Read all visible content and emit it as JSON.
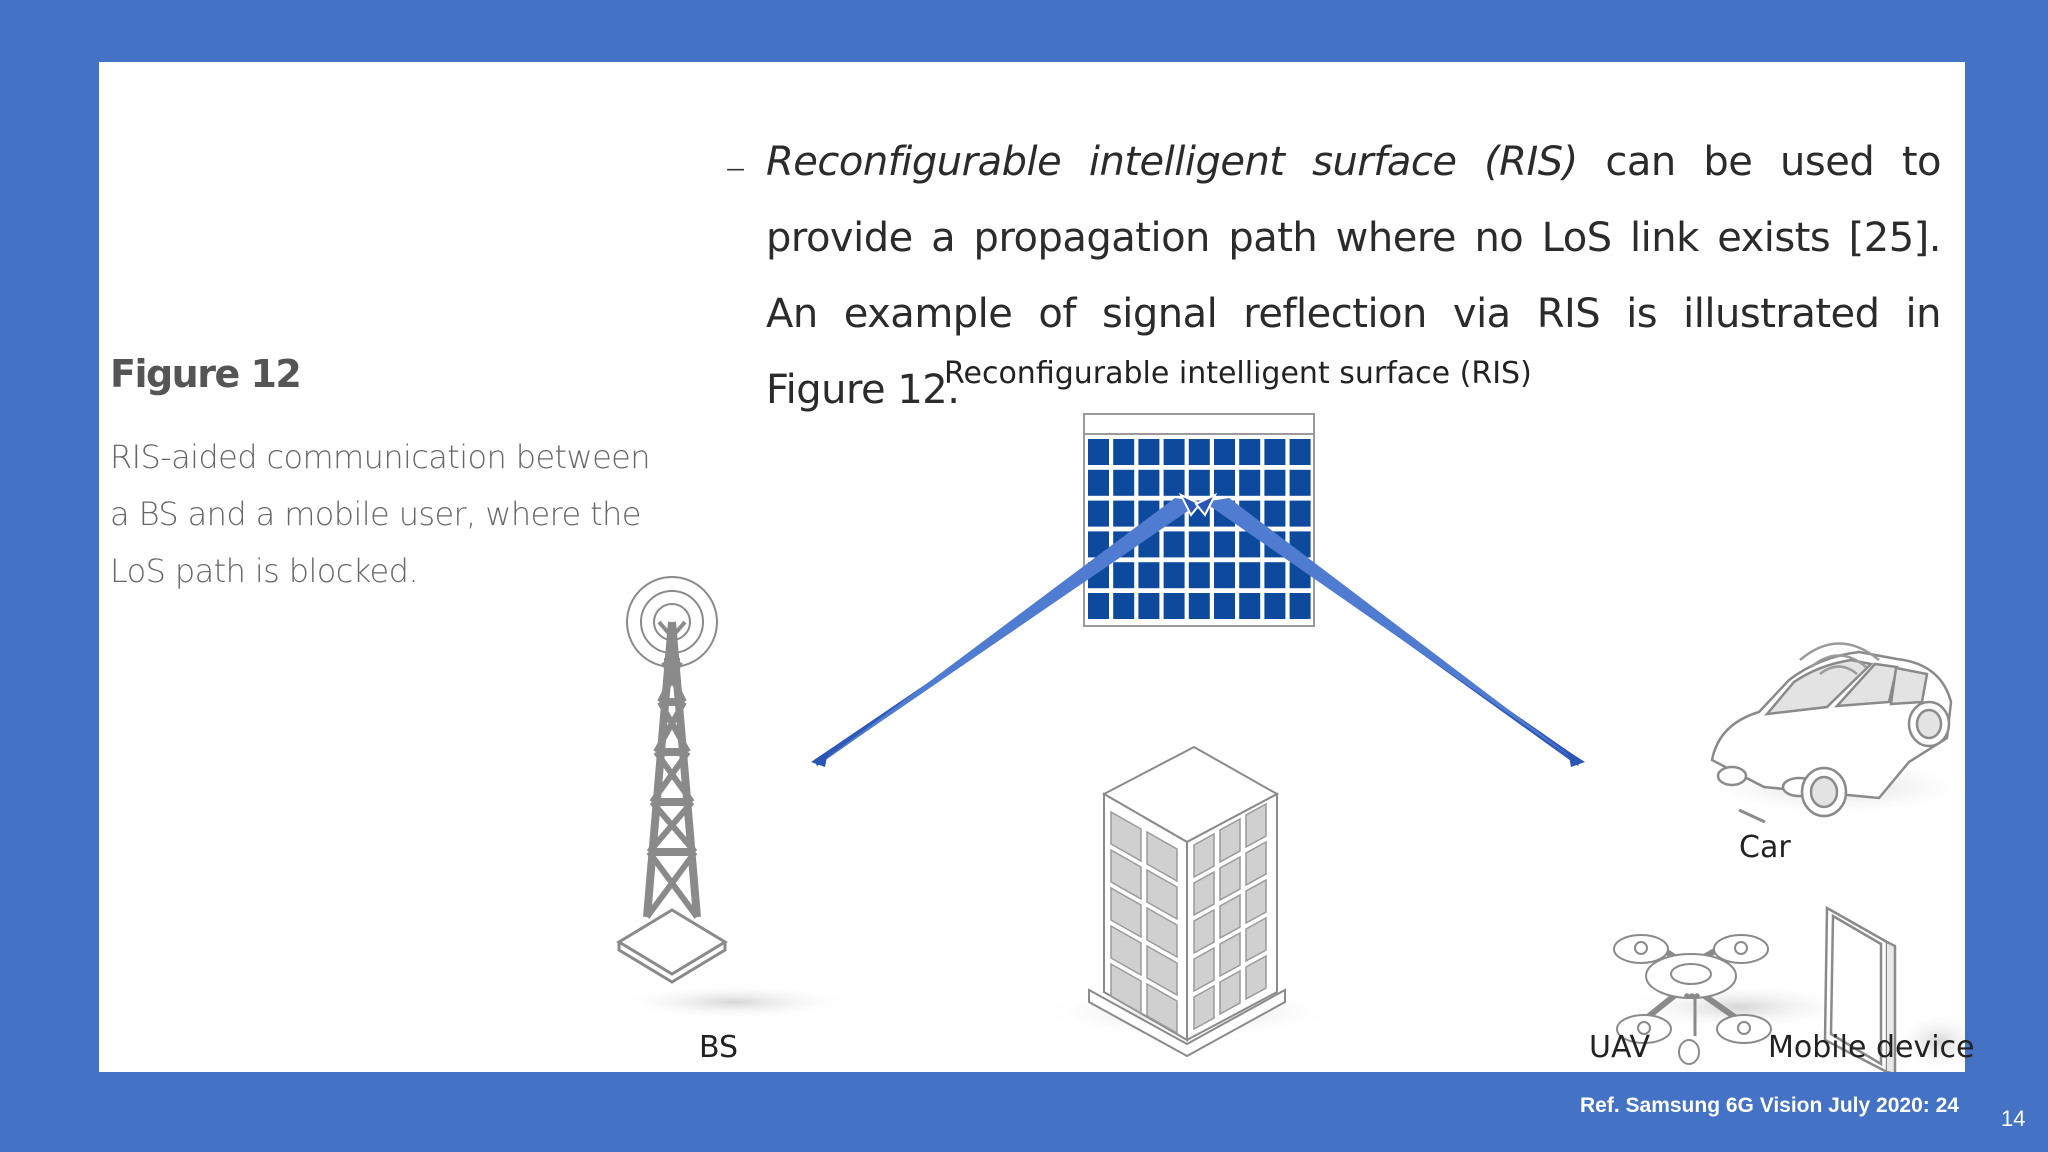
{
  "bullet": {
    "dash": "–",
    "italic_term": "Reconfigurable intelligent surface (RIS)",
    "text": " can be used to provide a propagation path where no LoS link exists [25]. An example of signal reflection via RIS is illustrated in Figure 12."
  },
  "figure": {
    "number": "Figure 12",
    "caption": "RIS-aided communication between a BS and a mobile user, where the LoS path is blocked.",
    "labels": {
      "ris": "Reconfigurable intelligent surface (RIS)",
      "bs": "BS",
      "uav": "UAV",
      "car": "Car",
      "mobile": "Mobile device"
    }
  },
  "footer": {
    "reference": "Ref. Samsung 6G Vision July 2020: 24",
    "page_number": "14"
  },
  "colors": {
    "background": "#4472c4",
    "panel": "#ffffff",
    "ris_cell": "#0d4a9e",
    "beam": "#2a56b4",
    "line_art": "#8a8a8a"
  }
}
